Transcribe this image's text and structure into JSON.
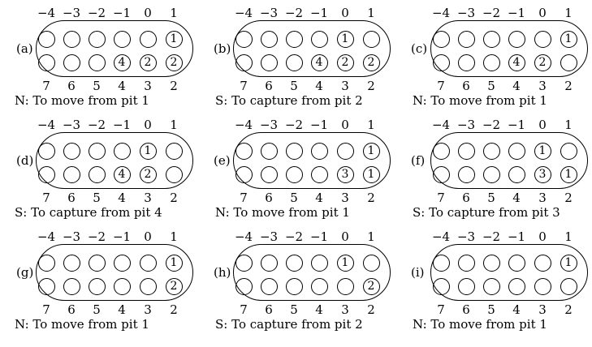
{
  "top_labels": [
    "−4",
    "−3",
    "−2",
    "−1",
    "0",
    "1"
  ],
  "bottom_labels": [
    "7",
    "6",
    "5",
    "4",
    "3",
    "2"
  ],
  "panels": [
    {
      "label": "(a)",
      "top": [
        "",
        "",
        "",
        "",
        "",
        "1"
      ],
      "bottom": [
        "",
        "",
        "",
        "4",
        "2",
        "2"
      ],
      "caption": "N: To move from pit 1"
    },
    {
      "label": "(b)",
      "top": [
        "",
        "",
        "",
        "",
        "1",
        ""
      ],
      "bottom": [
        "",
        "",
        "",
        "4",
        "2",
        "2"
      ],
      "caption": "S: To capture from pit 2"
    },
    {
      "label": "(c)",
      "top": [
        "",
        "",
        "",
        "",
        "",
        "1"
      ],
      "bottom": [
        "",
        "",
        "",
        "4",
        "2",
        ""
      ],
      "caption": "N: To move from pit 1"
    },
    {
      "label": "(d)",
      "top": [
        "",
        "",
        "",
        "",
        "1",
        ""
      ],
      "bottom": [
        "",
        "",
        "",
        "4",
        "2",
        ""
      ],
      "caption": "S: To capture from pit 4"
    },
    {
      "label": "(e)",
      "top": [
        "",
        "",
        "",
        "",
        "",
        "1"
      ],
      "bottom": [
        "",
        "",
        "",
        "",
        "3",
        "1"
      ],
      "caption": "N: To move from pit 1"
    },
    {
      "label": "(f)",
      "top": [
        "",
        "",
        "",
        "",
        "1",
        ""
      ],
      "bottom": [
        "",
        "",
        "",
        "",
        "3",
        "1"
      ],
      "caption": "S: To capture from pit 3"
    },
    {
      "label": "(g)",
      "top": [
        "",
        "",
        "",
        "",
        "",
        "1"
      ],
      "bottom": [
        "",
        "",
        "",
        "",
        "",
        "2"
      ],
      "caption": "N: To move from pit 1"
    },
    {
      "label": "(h)",
      "top": [
        "",
        "",
        "",
        "",
        "1",
        ""
      ],
      "bottom": [
        "",
        "",
        "",
        "",
        "",
        "2"
      ],
      "caption": "S: To capture from pit 2"
    },
    {
      "label": "(i)",
      "top": [
        "",
        "",
        "",
        "",
        "",
        "1"
      ],
      "bottom": [
        "",
        "",
        "",
        "",
        "",
        ""
      ],
      "caption": "N: To move from pit 1"
    }
  ]
}
